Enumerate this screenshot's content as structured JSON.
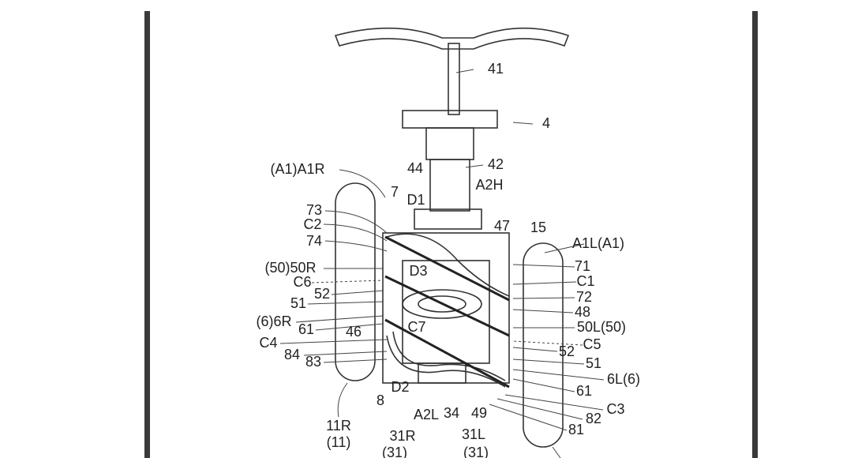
{
  "figure": {
    "labels": {
      "l41": "41",
      "l4": "4",
      "l42": "42",
      "l44": "44",
      "lA2H": "A2H",
      "lA1R": "(A1)A1R",
      "l7": "7",
      "lD1": "D1",
      "l73": "73",
      "lC2": "C2",
      "l74": "74",
      "l47": "47",
      "l15": "15",
      "lA1L": "A1L(A1)",
      "l50R": "(50)50R",
      "l71": "71",
      "lD3": "D3",
      "lC6": "C6",
      "l52a": "52",
      "lC1": "C1",
      "l72": "72",
      "l51a": "51",
      "l48": "48",
      "l6R": "(6)6R",
      "l61a": "61",
      "l50L": "50L(50)",
      "lC7": "C7",
      "l46": "46",
      "lC5": "C5",
      "lC4": "C4",
      "l52b": "52",
      "l84": "84",
      "l51b": "51",
      "l83": "83",
      "l6L": "6L(6)",
      "lD2": "D2",
      "l61b": "61",
      "l8": "8",
      "lC3": "C3",
      "lA2L": "A2L",
      "l34": "34",
      "l49": "49",
      "l82": "82",
      "l81": "81",
      "l11R": "11R",
      "l11a": "(11)",
      "l31R": "31R",
      "l31L": "31L",
      "l31a": "(31)",
      "l31b": "(31)"
    }
  }
}
